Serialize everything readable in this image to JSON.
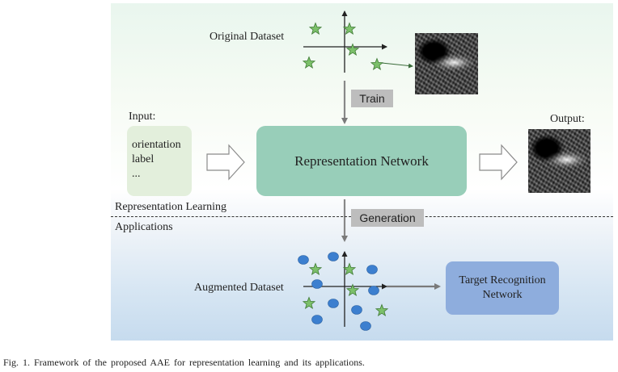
{
  "labels": {
    "original_dataset": "Original Dataset",
    "input": "Input:",
    "output": "Output:",
    "representation_learning": "Representation Learning",
    "applications": "Applications",
    "augmented_dataset": "Augmented Dataset"
  },
  "input_box": {
    "line1": "orientation",
    "line2": "label",
    "line3": "..."
  },
  "representation_network": "Representation Network",
  "target_recognition": {
    "line1": "Target Recognition",
    "line2": "Network"
  },
  "tags": {
    "train": "Train",
    "generation": "Generation"
  },
  "caption": "Fig. 1.   Framework of the proposed AAE for representation learning and its applications.",
  "colors": {
    "input_box": "#e3efdc",
    "representation_network": "#98ceb9",
    "target_recognition": "#8eaddd",
    "tag": "#bdbdbd",
    "star": "#7cc06a",
    "dot": "#3c7fcf",
    "arrow": "#888888"
  }
}
